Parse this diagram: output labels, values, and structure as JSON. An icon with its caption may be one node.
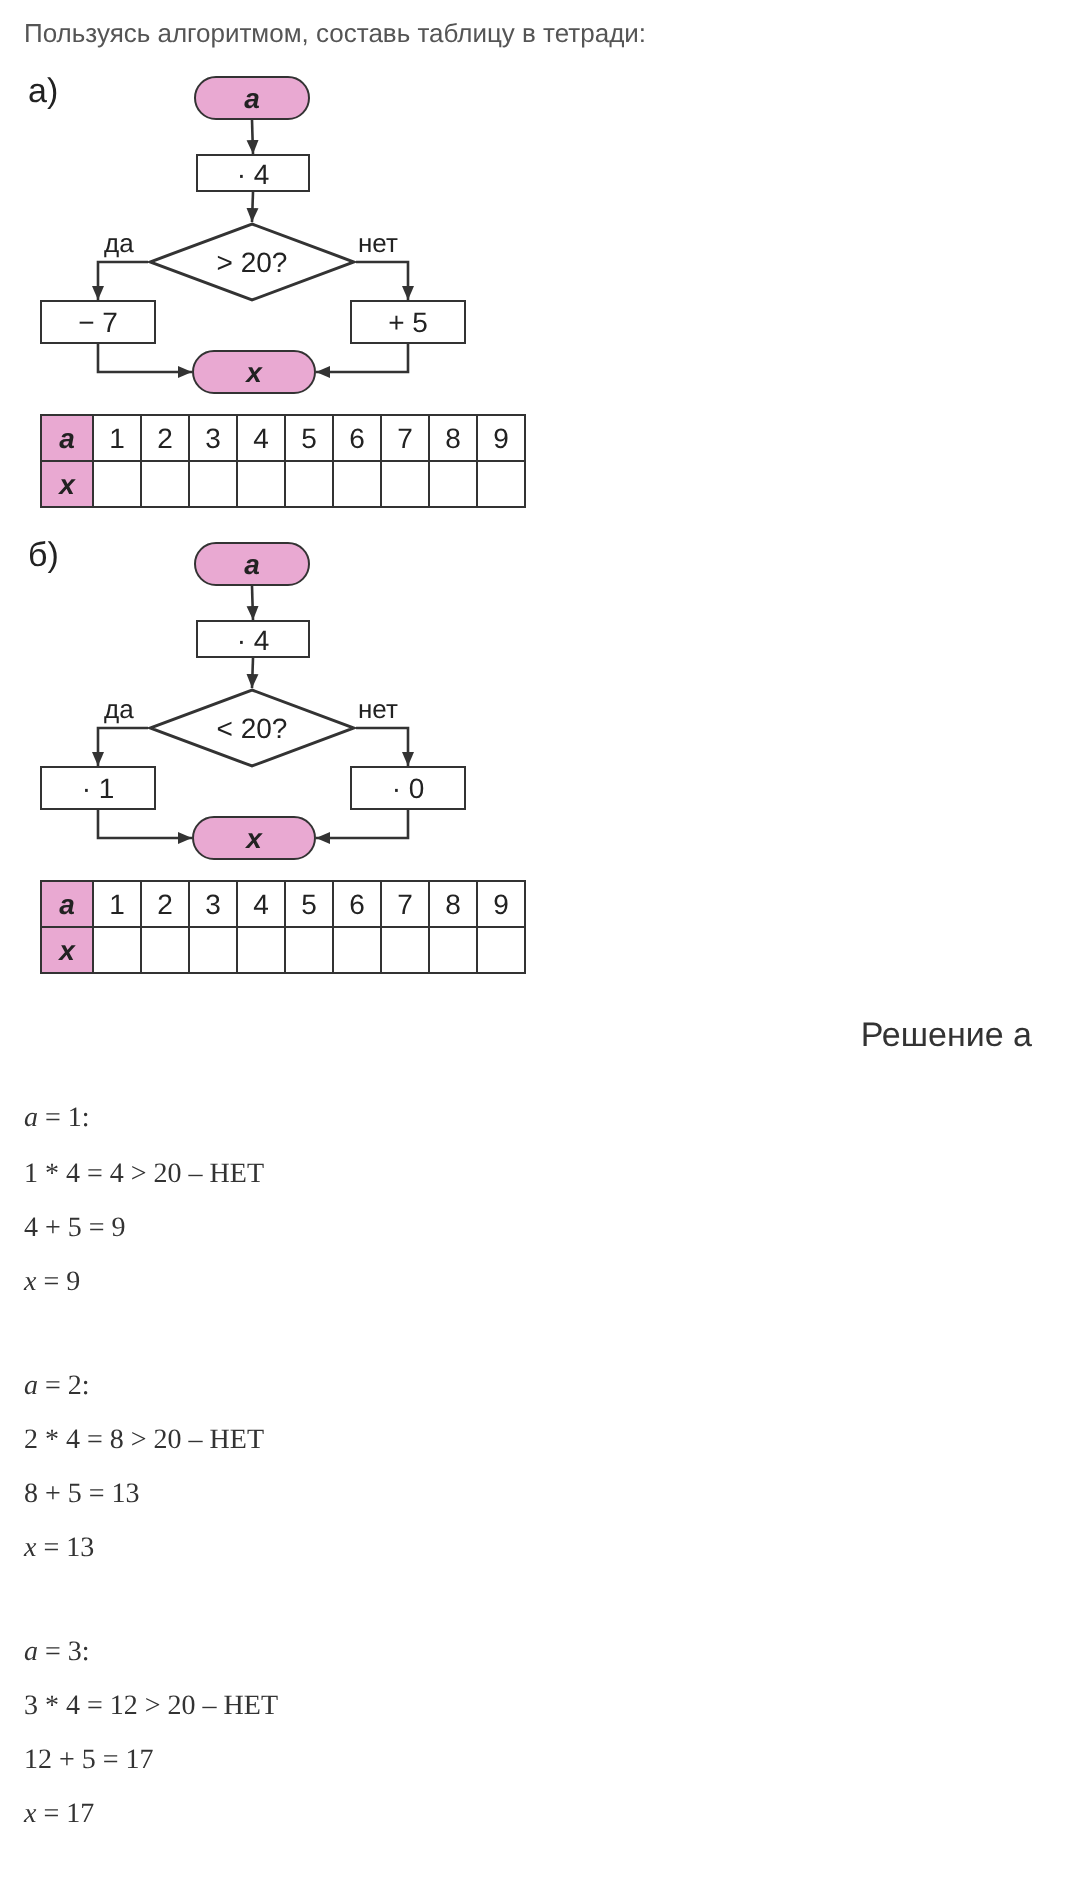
{
  "diagram": {
    "title": "Пользуясь алгоритмом, составь таблицу в тетради:",
    "nodes": [
      {
        "text": [
          "a"
        ]
      },
      {
        "text": [
          "· 4"
        ]
      },
      {
        "text": [
          "> 20?"
        ]
      },
      {
        "text": [
          "− 7"
        ]
      },
      {
        "text": [
          "+ 5"
        ]
      },
      {
        "text": [
          "x"
        ]
      },
      {
        "text": [
          "a"
        ]
      },
      {
        "text": [
          "· 4"
        ]
      },
      {
        "text": [
          "< 20?"
        ]
      },
      {
        "text": [
          "· 1"
        ]
      },
      {
        "text": [
          "· 0"
        ]
      },
      {
        "text": [
          "x"
        ]
      }
    ],
    "edges": [
      {
        "from": 0,
        "to": 1,
        "arrow": "to"
      },
      {
        "from": 1,
        "to": 2,
        "arrow": "to"
      },
      {
        "from": 2,
        "to": 3,
        "arrow": "to",
        "label": "да"
      },
      {
        "from": 2,
        "to": 4,
        "arrow": "to",
        "label": "нет"
      },
      {
        "from": 3,
        "to": 5,
        "arrow": "to"
      },
      {
        "from": 4,
        "to": 5,
        "arrow": "to"
      },
      {
        "from": 6,
        "to": 7,
        "arrow": "to"
      },
      {
        "from": 7,
        "to": 8,
        "arrow": "to"
      },
      {
        "from": 8,
        "to": 9,
        "arrow": "to",
        "label": "да"
      },
      {
        "from": 8,
        "to": 10,
        "arrow": "to",
        "label": "нет"
      },
      {
        "from": 9,
        "to": 11,
        "arrow": "to"
      },
      {
        "from": 10,
        "to": 11,
        "arrow": "to"
      }
    ],
    "labels": [
      "а)",
      "a",
      "1",
      "2",
      "3",
      "4",
      "5",
      "6",
      "7",
      "8",
      "9",
      "x",
      "б)",
      "a",
      "1",
      "2",
      "3",
      "4",
      "5",
      "6",
      "7",
      "8",
      "9",
      "x",
      "Решение а",
      "*a* = 1:",
      "1 * 4 = 4 > 20 – НЕТ",
      "4 + 5 = 9",
      "*x* = 9",
      "*a* = 2:",
      "2 * 4 = 8 > 20 – НЕТ",
      "8 + 5 = 13",
      "*x* = 13",
      "*a* = 3:",
      "3 * 4 = 12 > 20 – НЕТ",
      "12 + 5 = 17",
      "*x* = 17"
    ]
  }
}
